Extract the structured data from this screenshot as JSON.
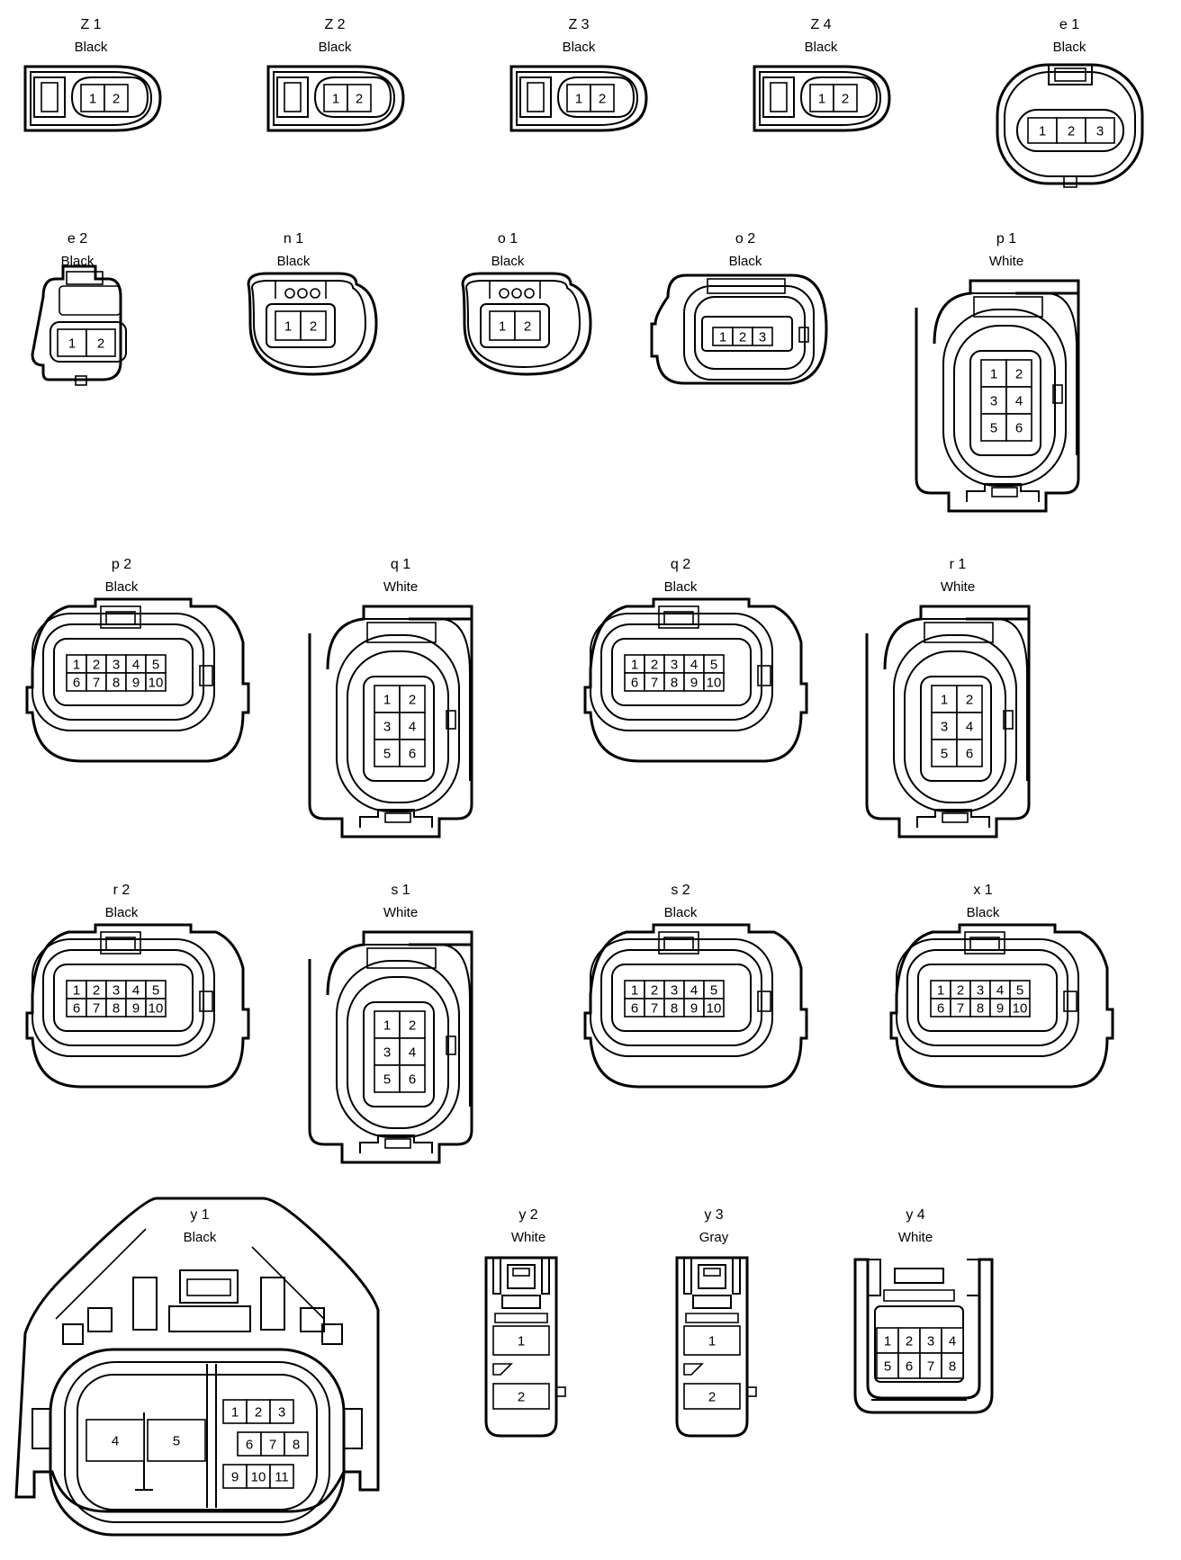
{
  "connectors": [
    {
      "id": "Z1",
      "code": "Z 1",
      "color": "Black",
      "pins": [
        "1",
        "2"
      ]
    },
    {
      "id": "Z2",
      "code": "Z 2",
      "color": "Black",
      "pins": [
        "1",
        "2"
      ]
    },
    {
      "id": "Z3",
      "code": "Z 3",
      "color": "Black",
      "pins": [
        "1",
        "2"
      ]
    },
    {
      "id": "Z4",
      "code": "Z 4",
      "color": "Black",
      "pins": [
        "1",
        "2"
      ]
    },
    {
      "id": "e1",
      "code": "e 1",
      "color": "Black",
      "pins": [
        "1",
        "2",
        "3"
      ]
    },
    {
      "id": "e2",
      "code": "e 2",
      "color": "Black",
      "pins": [
        "1",
        "2"
      ]
    },
    {
      "id": "n1",
      "code": "n 1",
      "color": "Black",
      "pins": [
        "1",
        "2"
      ]
    },
    {
      "id": "o1",
      "code": "o 1",
      "color": "Black",
      "pins": [
        "1",
        "2"
      ]
    },
    {
      "id": "o2",
      "code": "o 2",
      "color": "Black",
      "pins": [
        "1",
        "2",
        "3"
      ]
    },
    {
      "id": "p1",
      "code": "p 1",
      "color": "White",
      "pins": [
        "1",
        "2",
        "3",
        "4",
        "5",
        "6"
      ]
    },
    {
      "id": "p2",
      "code": "p 2",
      "color": "Black",
      "pins": [
        "1",
        "2",
        "3",
        "4",
        "5",
        "6",
        "7",
        "8",
        "9",
        "10"
      ]
    },
    {
      "id": "q1",
      "code": "q 1",
      "color": "White",
      "pins": [
        "1",
        "2",
        "3",
        "4",
        "5",
        "6"
      ]
    },
    {
      "id": "q2",
      "code": "q 2",
      "color": "Black",
      "pins": [
        "1",
        "2",
        "3",
        "4",
        "5",
        "6",
        "7",
        "8",
        "9",
        "10"
      ]
    },
    {
      "id": "r1",
      "code": "r 1",
      "color": "White",
      "pins": [
        "1",
        "2",
        "3",
        "4",
        "5",
        "6"
      ]
    },
    {
      "id": "r2",
      "code": "r 2",
      "color": "Black",
      "pins": [
        "1",
        "2",
        "3",
        "4",
        "5",
        "6",
        "7",
        "8",
        "9",
        "10"
      ]
    },
    {
      "id": "s1",
      "code": "s 1",
      "color": "White",
      "pins": [
        "1",
        "2",
        "3",
        "4",
        "5",
        "6"
      ]
    },
    {
      "id": "s2",
      "code": "s 2",
      "color": "Black",
      "pins": [
        "1",
        "2",
        "3",
        "4",
        "5",
        "6",
        "7",
        "8",
        "9",
        "10"
      ]
    },
    {
      "id": "x1",
      "code": "x 1",
      "color": "Black",
      "pins": [
        "1",
        "2",
        "3",
        "4",
        "5",
        "6",
        "7",
        "8",
        "9",
        "10"
      ]
    },
    {
      "id": "y1",
      "code": "y 1",
      "color": "Black",
      "pins": [
        "1",
        "2",
        "3",
        "4",
        "5",
        "6",
        "7",
        "8",
        "9",
        "10",
        "11"
      ]
    },
    {
      "id": "y2",
      "code": "y 2",
      "color": "White",
      "pins": [
        "1",
        "2"
      ]
    },
    {
      "id": "y3",
      "code": "y 3",
      "color": "Gray",
      "pins": [
        "1",
        "2"
      ]
    },
    {
      "id": "y4",
      "code": "y 4",
      "color": "White",
      "pins": [
        "1",
        "2",
        "3",
        "4",
        "5",
        "6",
        "7",
        "8"
      ]
    }
  ]
}
